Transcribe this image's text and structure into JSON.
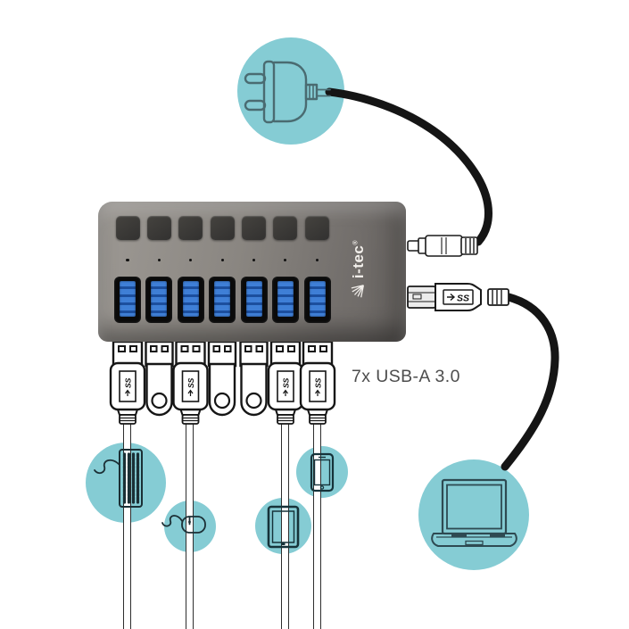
{
  "illustration": {
    "type": "product-connection-diagram",
    "background": "#ffffff"
  },
  "hub": {
    "brand": "i-tec",
    "registered_mark": "®",
    "buttons_count": 7,
    "leds_count": 7,
    "ports_count": 7,
    "body_light": "#9d9994",
    "body_dark": "#696562",
    "button_color": "#3a3836",
    "port_blue": "#3f7fd6"
  },
  "label": {
    "text": "7x USB-A 3.0",
    "color": "#4d4d4d"
  },
  "accents": {
    "circle_teal": "#85ccd4",
    "device_icon_stroke": "#1b2f35",
    "plug_icon_stroke": "#4a6b71",
    "cable_black": "#151515",
    "connector_outline": "#161616"
  },
  "connectors": {
    "usb_a_plug_count": 4,
    "flash_drive_count": 3,
    "usb3_mark": "SS",
    "dc_power_plug": "barrel-connector",
    "usb_b_plug": "usb-3-type-b"
  },
  "devices": [
    "power-plug",
    "keyboard",
    "mouse",
    "tablet",
    "smartphone",
    "laptop"
  ]
}
